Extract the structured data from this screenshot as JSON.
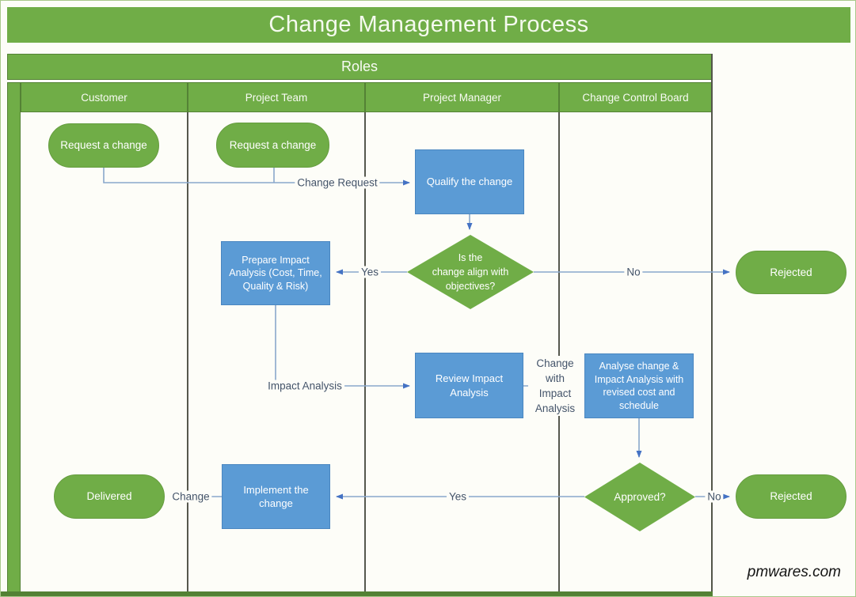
{
  "title": "Change Management Process",
  "table": {
    "header": "Roles",
    "lanes": [
      {
        "label": "Customer"
      },
      {
        "label": "Project Team"
      },
      {
        "label": "Project Manager"
      },
      {
        "label": "Change Control Board"
      }
    ]
  },
  "nodes": {
    "request_change_customer": {
      "type": "terminator",
      "label": "Request a change"
    },
    "request_change_team": {
      "type": "terminator",
      "label": "Request a change"
    },
    "qualify_change": {
      "type": "process",
      "label": "Qualify the change"
    },
    "align_objectives": {
      "type": "decision",
      "label": "Is the change align with objectives?",
      "lines": [
        "Is the",
        "change align with",
        "objectives?"
      ]
    },
    "prepare_impact": {
      "type": "process",
      "label": "Prepare Impact Analysis (Cost, Time, Quality & Risk)"
    },
    "rejected_top": {
      "type": "terminator",
      "label": "Rejected"
    },
    "review_impact": {
      "type": "process",
      "label": "Review Impact Analysis"
    },
    "analyse_change": {
      "type": "process",
      "label": "Analyse change & Impact Analysis with revised cost and schedule"
    },
    "delivered": {
      "type": "terminator",
      "label": "Delivered"
    },
    "implement_change": {
      "type": "process",
      "label": "Implement the change"
    },
    "approved": {
      "type": "decision",
      "label": "Approved?"
    },
    "rejected_bottom": {
      "type": "terminator",
      "label": "Rejected"
    }
  },
  "edge_labels": {
    "change_request": "Change Request",
    "yes_top": "Yes",
    "no_top": "No",
    "impact_analysis": "Impact Analysis",
    "change_with": {
      "label": "Change with Impact Analysis",
      "lines": [
        "Change",
        "with",
        "Impact",
        "Analysis"
      ]
    },
    "yes_bottom": "Yes",
    "no_bottom": "No",
    "change": "Change"
  },
  "watermark": "pmwares.com",
  "colors": {
    "green": "#70AD47",
    "green_dark_border": "#548235",
    "blue": "#5B9BD5",
    "blue_border": "#4a86c0",
    "connector_line": "#8aa8cc",
    "arrowhead": "#4472C4",
    "edge_label_text": "#44546A",
    "lane_line": "#56584e",
    "title_text": "#f5faef"
  }
}
